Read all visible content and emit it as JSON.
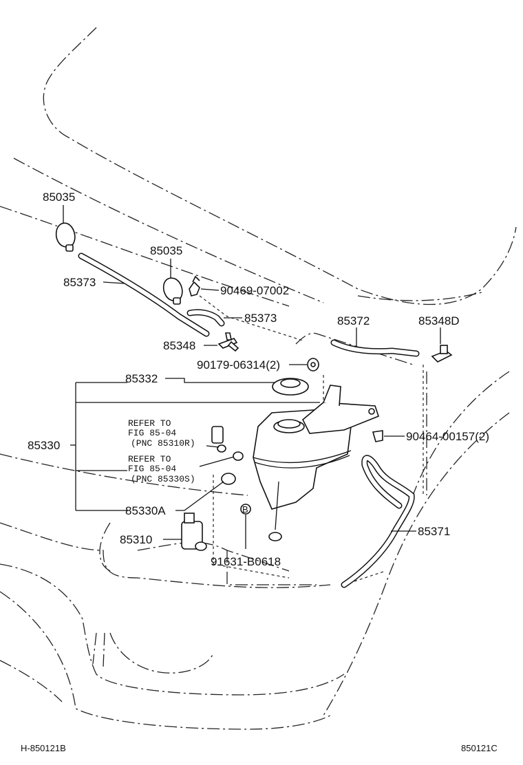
{
  "labels": {
    "nozzle_left": "85035",
    "nozzle_right": "85035",
    "hose_long": "85373",
    "clip_top": "90469-07002",
    "hose_short": "85373",
    "joint_left": "85348",
    "hose_right": "85372",
    "joint_right": "85348D",
    "grommet": "90179-06314(2)",
    "cap": "85332",
    "tank_assy": "85330",
    "clip_tank": "90464-00157(2)",
    "pump_grommet": "85330A",
    "pump": "85310",
    "hose_tank": "85371",
    "bolt": "91631-B0618"
  },
  "references": [
    {
      "line1": "REFER TO",
      "line2": "FIG 85-04",
      "line3": "(PNC 85310R)"
    },
    {
      "line1": "REFER TO",
      "line2": "FIG 85-04",
      "line3": "(PNC 85330S)"
    }
  ],
  "bolt_marker": "B",
  "footer": {
    "left": "H-850121B",
    "right": "850121C"
  }
}
